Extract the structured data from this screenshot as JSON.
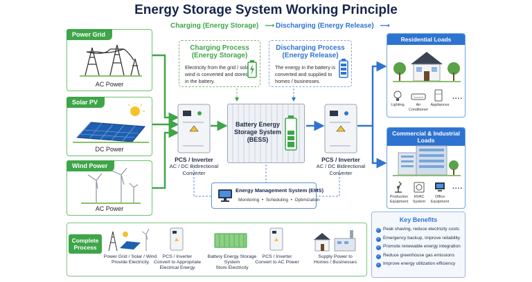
{
  "title": "Energy Storage System Working Principle",
  "legend": {
    "charging": "Charging (Energy Storage)",
    "discharging": "Discharging (Energy Release)"
  },
  "sources": [
    {
      "tag": "Power Grid",
      "label": "AC Power"
    },
    {
      "tag": "Solar PV",
      "label": "DC Power"
    },
    {
      "tag": "Wind Power",
      "label": "AC Power"
    }
  ],
  "charging_process": {
    "title": "Charging Process\n(Energy Storage)",
    "title_l1": "Charging Process",
    "title_l2": "(Energy Storage)",
    "text_l1": "Electricity from the grid / solar /",
    "text_l2": "wind is converted and stored",
    "text_l3": "in the battery."
  },
  "discharging_process": {
    "title_l1": "Discharging Process",
    "title_l2": "(Energy Release)",
    "text_l1": "The energy in the battery is",
    "text_l2": "converted and supplied to",
    "text_l3": "homes / businesses."
  },
  "bess": {
    "l1": "Battery Energy",
    "l2": "Storage System",
    "l3": "(BESS)"
  },
  "pcs_left": {
    "l1": "PCS / Inverter",
    "l2": "AC / DC Bidirectional",
    "l3": "Converter"
  },
  "pcs_right": {
    "l1": "PCS / Inverter",
    "l2": "AC / DC Bidirectional",
    "l3": "Converter"
  },
  "ems": {
    "title": "Energy Management System (EMS)",
    "functions": "Monitoring  •  Scheduling  •  Optimization"
  },
  "residential": {
    "tag": "Residential Loads",
    "items": [
      {
        "l1": "Lighting",
        "l2": ""
      },
      {
        "l1": "Air",
        "l2": "Conditioner"
      },
      {
        "l1": "Appliances",
        "l2": ""
      }
    ],
    "more": "...."
  },
  "commercial": {
    "tag": "Commercial & Industrial Loads",
    "items": [
      {
        "l1": "Production",
        "l2": "Equipment"
      },
      {
        "l1": "HVAC",
        "l2": "System"
      },
      {
        "l1": "Office",
        "l2": "Equipment"
      }
    ],
    "more": "...."
  },
  "complete_process": {
    "tag_l1": "Complete",
    "tag_l2": "Process",
    "steps": [
      {
        "l1": "Power Grid / Solar / Wind",
        "l2": "Provide Electricity",
        "l3": ""
      },
      {
        "l1": "PCS / Inverter",
        "l2": "Convert to Appropriate",
        "l3": "Electrical Energy"
      },
      {
        "l1": "Battery Energy Storage System",
        "l2": "Store Electricity",
        "l3": ""
      },
      {
        "l1": "PCS / Inverter",
        "l2": "Convert to AC Power",
        "l3": ""
      },
      {
        "l1": "Supply Power to",
        "l2": "Homes / Businesses",
        "l3": ""
      }
    ]
  },
  "key_benefits": {
    "title": "Key Benefits",
    "items": [
      "Peak shaving, reduce electricity costs",
      "Emergency backup, improve reliability",
      "Promote renewable energy integration",
      "Reduce greenhouse gas emissions",
      "Improve energy utilization efficiency"
    ]
  },
  "colors": {
    "green": "#3ea548",
    "blue": "#2f73d1",
    "navy": "#16254a"
  }
}
